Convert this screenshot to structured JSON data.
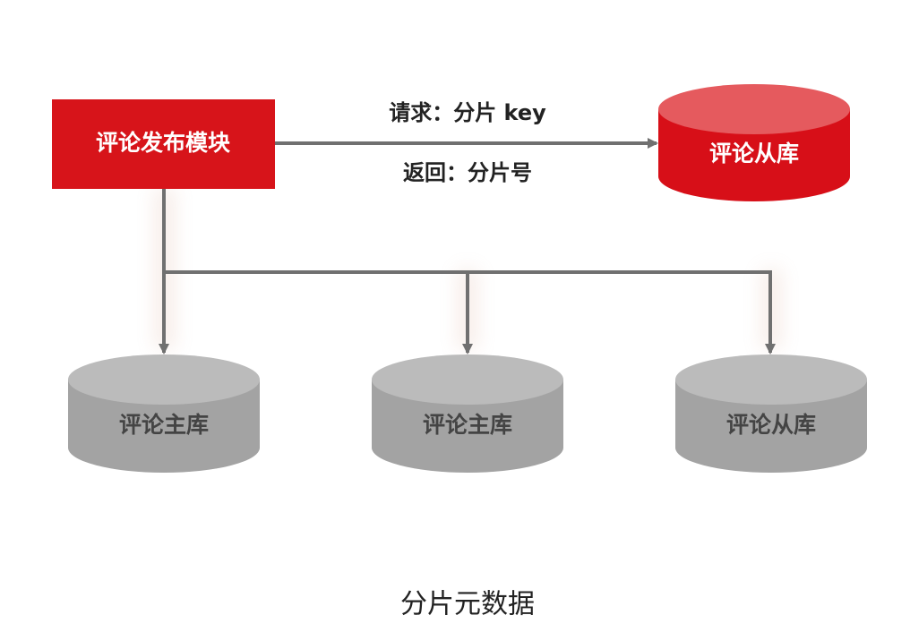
{
  "diagram": {
    "module": {
      "label": "评论发布模块"
    },
    "request_label": "请求：分片 key",
    "response_label": "返回：分片号",
    "slave_top": {
      "label": "评论从库"
    },
    "masters": [
      {
        "label": "评论主库"
      },
      {
        "label": "评论主库"
      }
    ],
    "slave_bottom": {
      "label": "评论从库"
    },
    "caption": "分片元数据",
    "colors": {
      "module_fill": "#d7141a",
      "slave_top_side": "#d70f18",
      "slave_top_cap": "#e55a5e",
      "db_side": "#a3a3a3",
      "db_cap": "#bbbbbb",
      "connector": "#707070",
      "label_on_color": "#ffffff",
      "label_on_gray": "#444444",
      "text": "#222222"
    }
  }
}
